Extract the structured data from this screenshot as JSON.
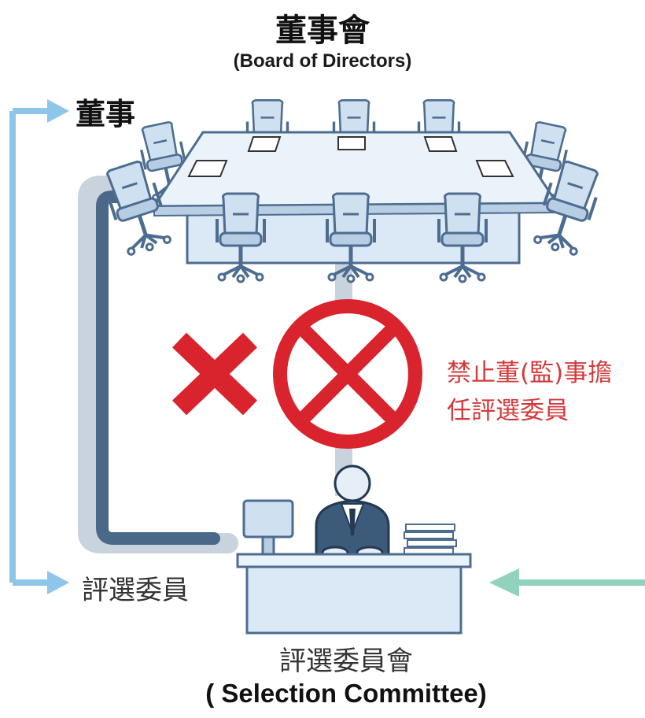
{
  "board": {
    "title_zh": "董事會",
    "title_en": "(Board of Directors)"
  },
  "director_label": "董事",
  "prohibition": {
    "line1": "禁止董(監)事擔",
    "line2": "任評選委員"
  },
  "member_label": "評選委員",
  "committee": {
    "title_zh": "評選委員會",
    "title_en": "( Selection Committee)"
  },
  "colors": {
    "arrow_left": "#8ec6ea",
    "arrow_right": "#8fd3bd",
    "connector_dark": "#4a6888",
    "connector_light": "#c8d3de",
    "prohibit_red": "#d9232d",
    "warning_text": "#d23a3a",
    "furniture_fill": "#dbe8f5",
    "furniture_stroke": "#4c6d90"
  },
  "icons": [
    "chair-icon",
    "document-icon",
    "prohibit-icon",
    "cross-icon",
    "person-icon",
    "monitor-icon",
    "paper-stack-icon",
    "arrow-icon"
  ]
}
